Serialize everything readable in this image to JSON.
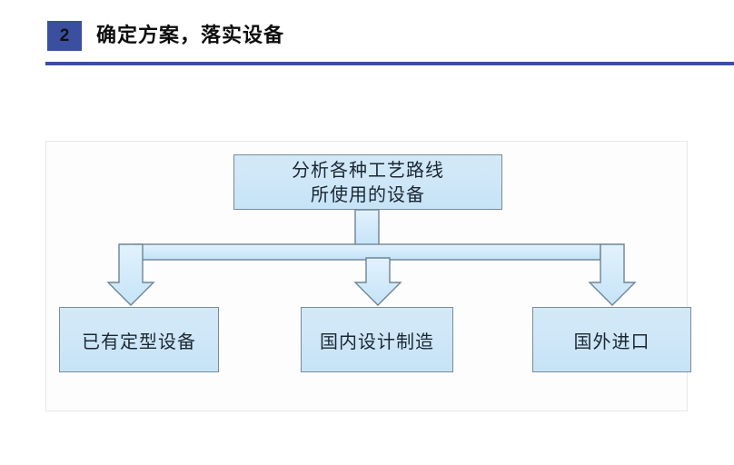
{
  "header": {
    "step_number": "2",
    "title": "确定方案，落实设备",
    "badge_color": "#3a4fa0",
    "rule_color": "#3a4fa0"
  },
  "diagram": {
    "type": "flowchart",
    "node_fill": "#cfe7f8",
    "node_border": "#7a8b99",
    "connector_fill": "#d6ecfa",
    "connector_border": "#6e8494",
    "root": {
      "id": "root-node",
      "line1": "分析各种工艺路线",
      "line2": "所使用的设备"
    },
    "branches": [
      {
        "id": "branch-existing",
        "label": "已有定型设备"
      },
      {
        "id": "branch-domestic",
        "label": "国内设计制造"
      },
      {
        "id": "branch-imported",
        "label": "国外进口"
      }
    ]
  }
}
